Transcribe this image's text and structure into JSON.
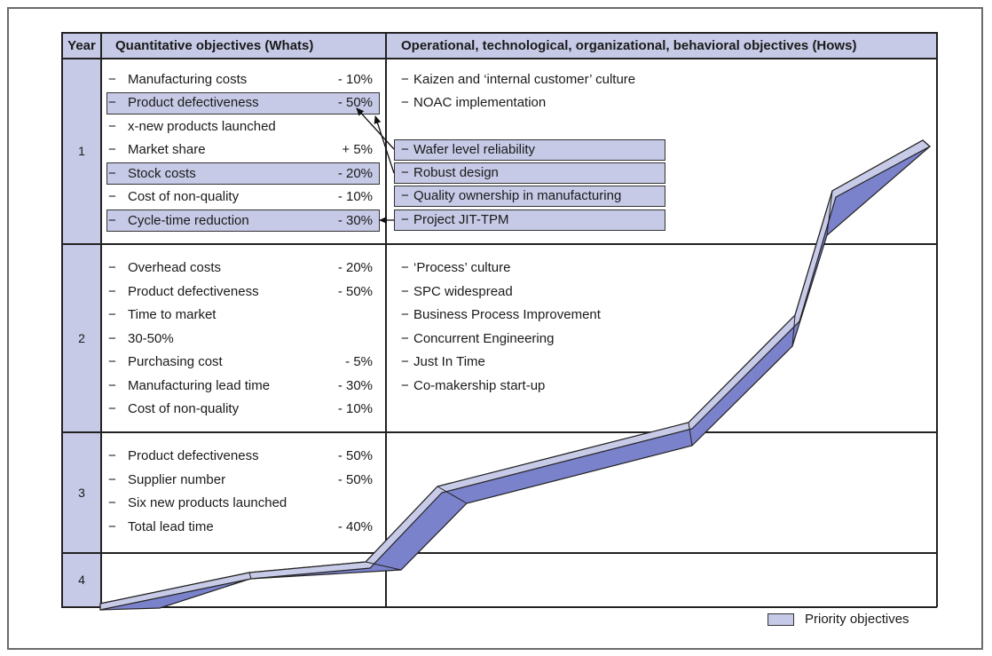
{
  "header": {
    "year": "Year",
    "whats": "Quantitative objectives (Whats)",
    "hows": "Operational, technological, organizational, behavioral objectives (Hows)"
  },
  "years": [
    "1",
    "2",
    "3",
    "4"
  ],
  "dash": "−",
  "whats": {
    "y1": [
      {
        "label": "Manufacturing costs",
        "value": "- 10%",
        "priority": false
      },
      {
        "label": "Product defectiveness",
        "value": "- 50%",
        "priority": true
      },
      {
        "label": "x-new products launched",
        "value": "",
        "priority": false
      },
      {
        "label": "Market share",
        "value": "+ 5%",
        "priority": false
      },
      {
        "label": "Stock costs",
        "value": "- 20%",
        "priority": true
      },
      {
        "label": "Cost of non-quality",
        "value": "- 10%",
        "priority": false
      },
      {
        "label": "Cycle-time reduction",
        "value": "- 30%",
        "priority": true
      }
    ],
    "y2": [
      {
        "label": "Overhead costs",
        "value": "- 20%"
      },
      {
        "label": "Product defectiveness",
        "value": "- 50%"
      },
      {
        "label": "Time to market",
        "value": ""
      },
      {
        "label": "30-50%",
        "value": ""
      },
      {
        "label": "Purchasing cost",
        "value": "- 5%"
      },
      {
        "label": "Manufacturing lead time",
        "value": "- 30%"
      },
      {
        "label": "Cost of non-quality",
        "value": "- 10%"
      }
    ],
    "y3": [
      {
        "label": "Product defectiveness",
        "value": "- 50%"
      },
      {
        "label": "Supplier number",
        "value": "- 50%"
      },
      {
        "label": "Six new products launched",
        "value": ""
      },
      {
        "label": "Total lead time",
        "value": "- 40%"
      }
    ]
  },
  "hows": {
    "y1": [
      {
        "label": "Kaizen and ‘internal customer’ culture",
        "priority": false
      },
      {
        "label": "NOAC implementation",
        "priority": false
      },
      {
        "label": "Wafer level reliability",
        "priority": true
      },
      {
        "label": "Robust design",
        "priority": true
      },
      {
        "label": "Quality ownership in manufacturing",
        "priority": true
      },
      {
        "label": "Project JIT-TPM",
        "priority": true
      }
    ],
    "y2": [
      {
        "label": "‘Process’ culture"
      },
      {
        "label": "SPC widespread"
      },
      {
        "label": "Business Process Improvement"
      },
      {
        "label": "Concurrent Engineering"
      },
      {
        "label": "Just In Time"
      },
      {
        "label": "Co-makership start-up"
      }
    ]
  },
  "legend": {
    "label": "Priority objectives"
  },
  "colors": {
    "highlight": "#c6cae6",
    "ribbon_top": "#c8cbe8",
    "ribbon_side": "#7b82cc",
    "line": "#222222"
  }
}
